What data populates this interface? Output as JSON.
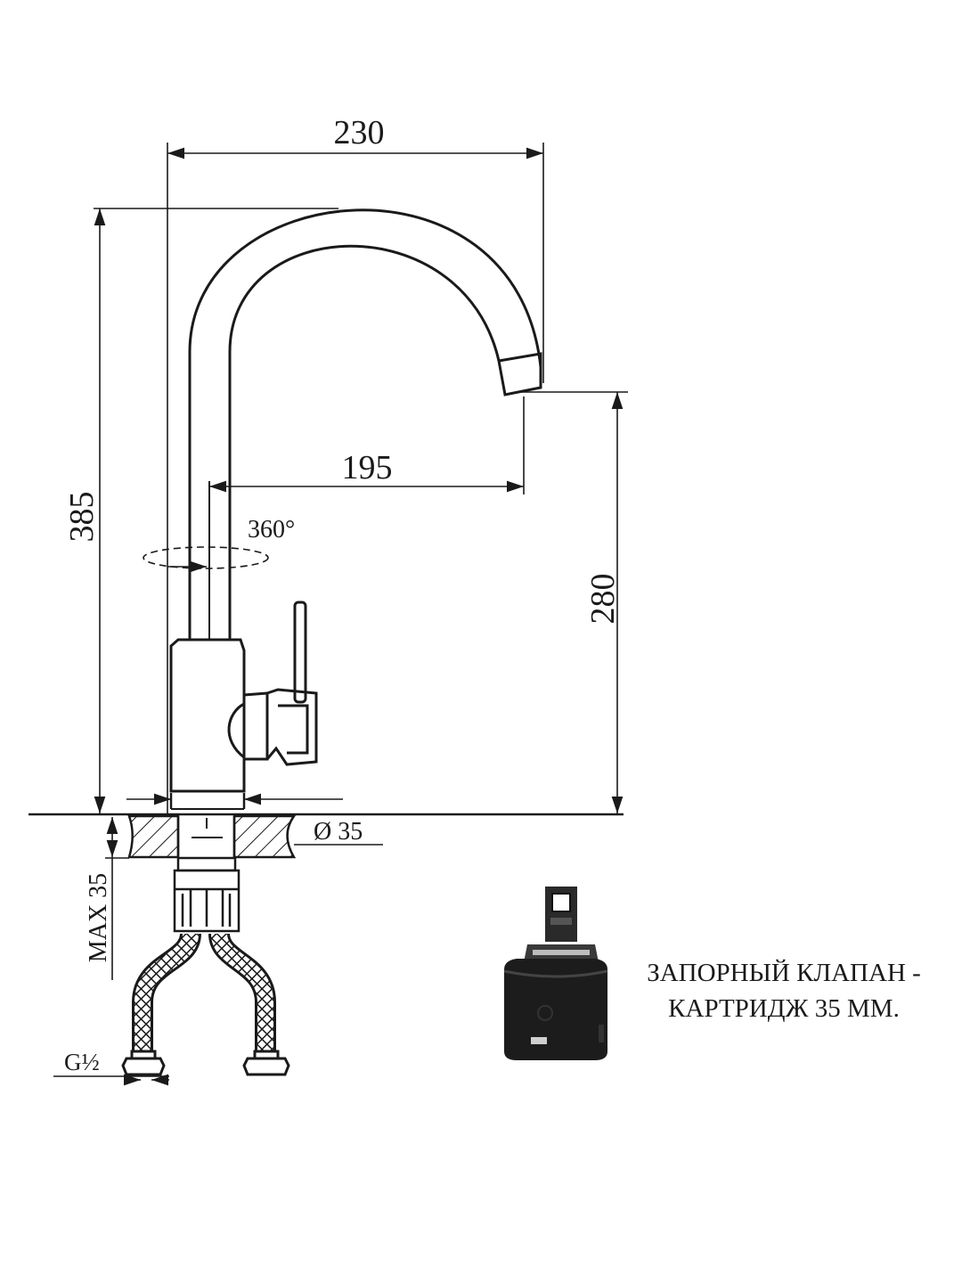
{
  "dimensions": {
    "width_total": "230",
    "height_total": "385",
    "spout_reach": "195",
    "spout_height": "280",
    "rotation": "360°",
    "base_diameter": "Ø 35",
    "max_thickness": "MAX 35",
    "connection": "G½"
  },
  "caption": {
    "line1": "ЗАПОРНЫЙ КЛАПАН -",
    "line2": "КАРТРИДЖ 35 ММ."
  }
}
